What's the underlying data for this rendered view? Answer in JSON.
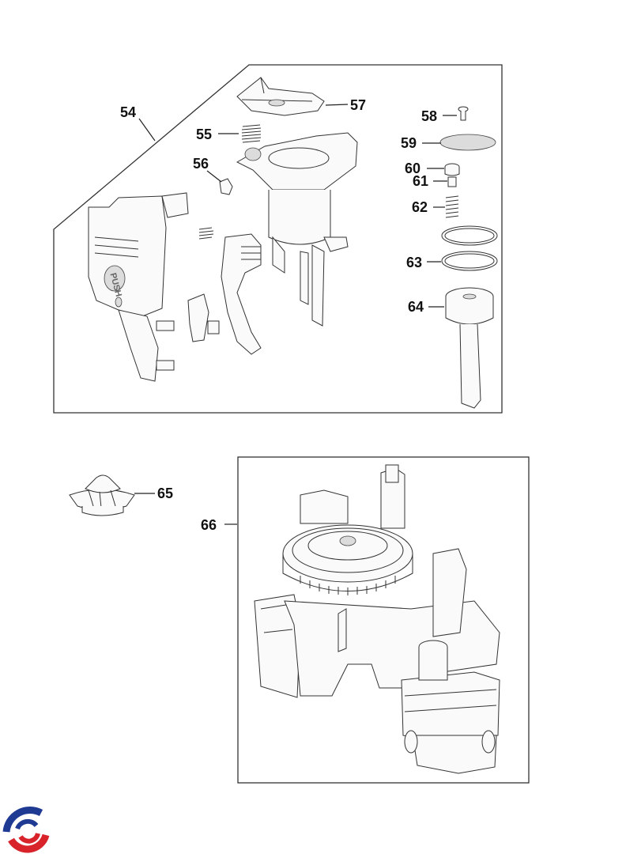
{
  "callouts": {
    "c54": "54",
    "c55": "55",
    "c56": "56",
    "c57": "57",
    "c58": "58",
    "c59": "59",
    "c60": "60",
    "c61": "61",
    "c62": "62",
    "c63": "63",
    "c64": "64",
    "c65": "65",
    "c66": "66"
  },
  "labels": {
    "push": "PUSH"
  },
  "logo": {
    "colors": [
      "#1f3a93",
      "#d8232a"
    ]
  }
}
